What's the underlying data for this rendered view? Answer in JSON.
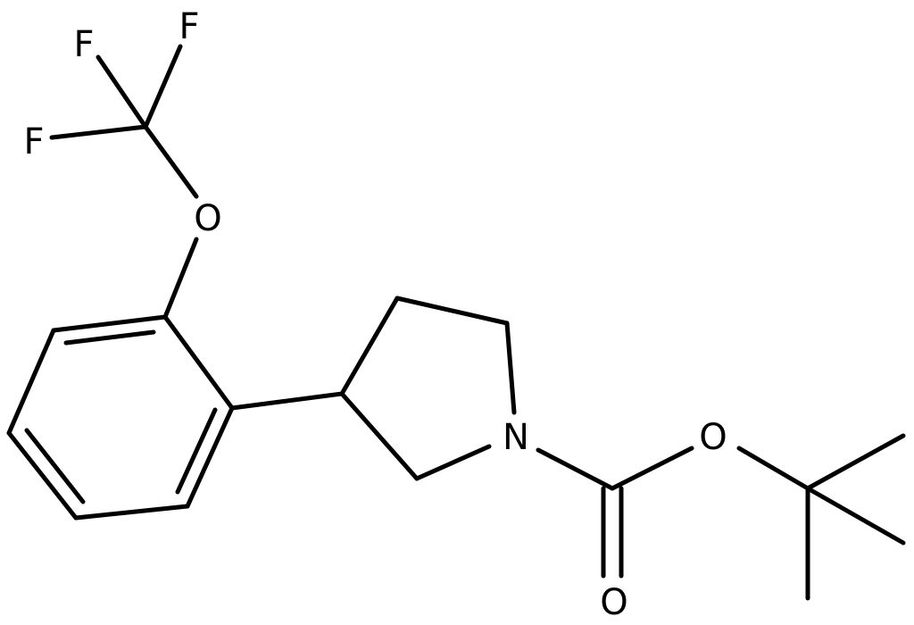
{
  "molecule": {
    "atoms": {
      "f1": "F",
      "f2": "F",
      "f3": "F",
      "o_ether": "O",
      "n_ring": "N",
      "o_ester": "O",
      "o_carbonyl": "O"
    },
    "colors": {
      "bond": "#000000",
      "label": "#000000",
      "background": "#ffffff"
    }
  }
}
